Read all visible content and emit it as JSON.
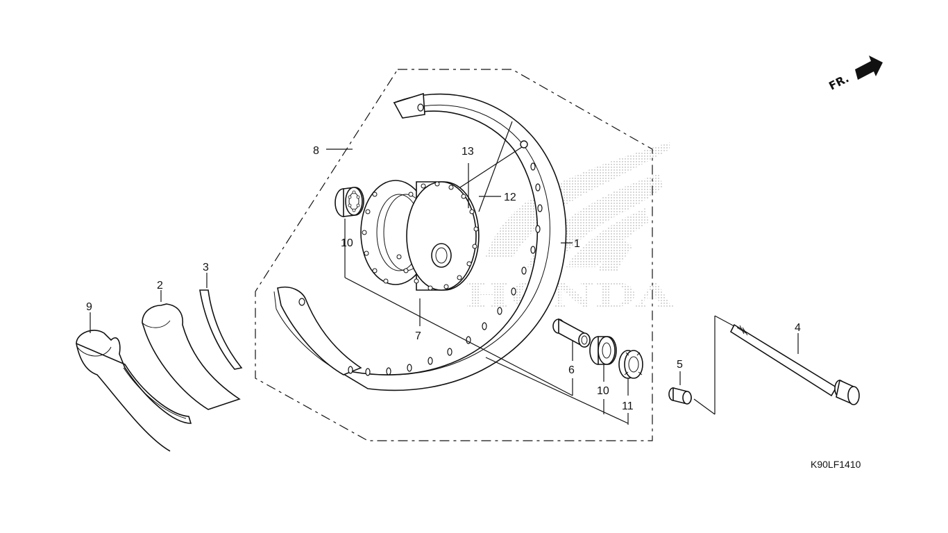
{
  "diagram": {
    "direction_label": "FR.",
    "drawing_code": "K90LF1410",
    "watermark": "HONDA",
    "callouts": [
      {
        "id": "c1",
        "text": "1"
      },
      {
        "id": "c2",
        "text": "2"
      },
      {
        "id": "c3",
        "text": "3"
      },
      {
        "id": "c4",
        "text": "4"
      },
      {
        "id": "c5",
        "text": "5"
      },
      {
        "id": "c6",
        "text": "6"
      },
      {
        "id": "c7",
        "text": "7"
      },
      {
        "id": "c8",
        "text": "8"
      },
      {
        "id": "c9",
        "text": "9"
      },
      {
        "id": "c10a",
        "text": "10"
      },
      {
        "id": "c10b",
        "text": "10"
      },
      {
        "id": "c11",
        "text": "11"
      },
      {
        "id": "c12",
        "text": "12"
      },
      {
        "id": "c13",
        "text": "13"
      }
    ]
  }
}
